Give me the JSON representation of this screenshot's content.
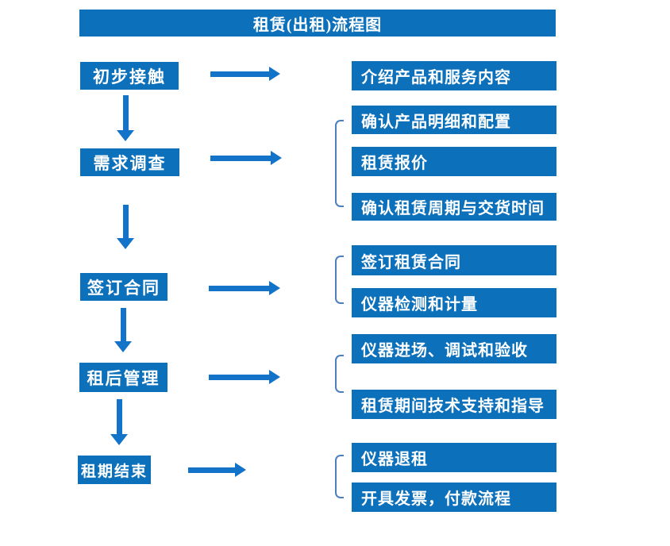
{
  "title": "租赁(出租)流程图",
  "colors": {
    "box": "#0c70ba",
    "arrow": "#1273c8",
    "bracket": "#4c7fbe",
    "text": "#ffffff"
  },
  "left_steps": [
    {
      "label": "初步接触"
    },
    {
      "label": "需求调查"
    },
    {
      "label": "签订合同"
    },
    {
      "label": "租后管理"
    },
    {
      "label": "租期结束"
    }
  ],
  "right_items": [
    {
      "label": "介绍产品和服务内容"
    },
    {
      "label": "确认产品明细和配置"
    },
    {
      "label": "租赁报价"
    },
    {
      "label": "确认租赁周期与交货时间"
    },
    {
      "label": "签订租赁合同"
    },
    {
      "label": "仪器检测和计量"
    },
    {
      "label": "仪器进场、调试和验收"
    },
    {
      "label": "租赁期间技术支持和指导"
    },
    {
      "label": "仪器退租"
    },
    {
      "label": "开具发票，付款流程"
    }
  ]
}
